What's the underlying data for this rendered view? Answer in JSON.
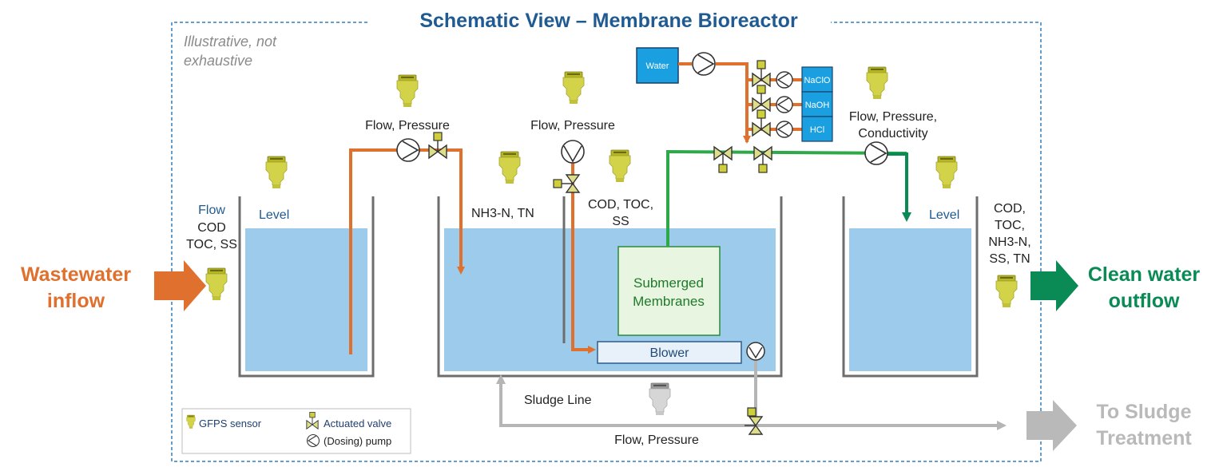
{
  "title": "Schematic View – Membrane Bioreactor",
  "subtitle": [
    "Illustrative, not",
    "exhaustive"
  ],
  "inflow_label": [
    "Wastewater",
    "inflow"
  ],
  "outflow_label": [
    "Clean water",
    "outflow"
  ],
  "sludge_treatment_label": [
    "To Sludge",
    "Treatment"
  ],
  "inlet_sensor_labels": {
    "flow": "Flow",
    "lines": [
      "COD",
      "TOC, SS"
    ]
  },
  "tank1_level": "Level",
  "tank3_level": "Level",
  "pump1_label": "Flow, Pressure",
  "pump2_label": "Flow, Pressure",
  "bioreactor_sensor_label": "NH3-N, TN",
  "bioreactor_cod_label": [
    "COD, TOC,",
    "SS"
  ],
  "permeate_label": [
    "Flow, Pressure,",
    "Conductivity"
  ],
  "outlet_sensor_labels": [
    "COD,",
    "TOC,",
    "NH3-N,",
    "SS, TN"
  ],
  "membranes_label": [
    "Submerged",
    "Membranes"
  ],
  "blower_label": "Blower",
  "sludge_line_label": "Sludge Line",
  "sludge_valve_label": "Flow, Pressure",
  "water_box_label": "Water",
  "chemicals": [
    "NaClO",
    "NaOH",
    "HCl"
  ],
  "legend": {
    "sensor": "GFPS sensor",
    "valve": "Actuated valve",
    "pump": "(Dosing) pump"
  },
  "colors": {
    "frame": "#2f7fc1",
    "title": "#1f5a92",
    "orange_line": "#e0702d",
    "green_line": "#2fa84a",
    "dark_green_line": "#0a8a55",
    "grey_line": "#b5b5b5",
    "water": "#9dcbeb",
    "tank_wall": "#6d6d6d",
    "sensor_yellow": "#c8c83c",
    "chem_box": "#1aa0e0",
    "membrane_fill": "#e8f5e0",
    "membrane_border": "#2a8a3a"
  },
  "icons": [
    "gfps-sensor-icon",
    "actuated-valve-icon",
    "pump-icon"
  ]
}
